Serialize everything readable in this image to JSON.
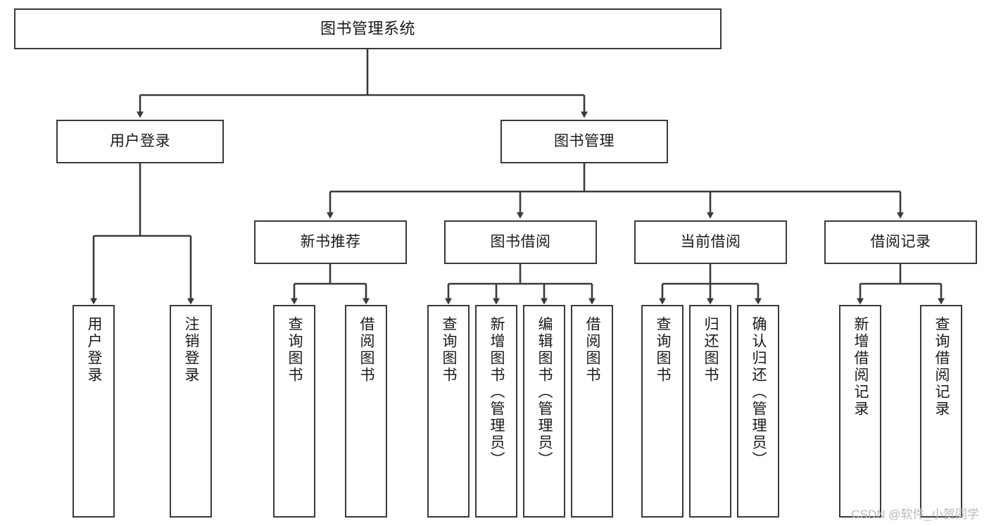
{
  "diagram": {
    "type": "tree-hierarchy-chart",
    "title": "图书管理系统",
    "colors": {
      "box_border": "#3a3a3a",
      "box_fill": "#ffffff",
      "connector": "#3a3a3a",
      "text": "#1a1a1a",
      "watermark": "#b9b9b9",
      "background": "#ffffff"
    },
    "root": {
      "id": "root",
      "label": "图书管理系统"
    },
    "level2": [
      {
        "id": "user-login",
        "label": "用户登录"
      },
      {
        "id": "book-management",
        "label": "图书管理"
      }
    ],
    "level3": [
      {
        "id": "new-book-recommend",
        "label": "新书推荐",
        "parent": "book-management"
      },
      {
        "id": "book-borrow",
        "label": "图书借阅",
        "parent": "book-management"
      },
      {
        "id": "current-borrow",
        "label": "当前借阅",
        "parent": "book-management"
      },
      {
        "id": "borrow-record",
        "label": "借阅记录",
        "parent": "book-management"
      }
    ],
    "leaves": [
      {
        "id": "leaf-user-login",
        "label": "用户登录",
        "parent": "user-login"
      },
      {
        "id": "leaf-logout-login",
        "label": "注销登录",
        "parent": "user-login"
      },
      {
        "id": "leaf-query-book-1",
        "label": "查询图书",
        "parent": "new-book-recommend"
      },
      {
        "id": "leaf-borrow-book-1",
        "label": "借阅图书",
        "parent": "new-book-recommend"
      },
      {
        "id": "leaf-query-book-2",
        "label": "查询图书",
        "parent": "book-borrow"
      },
      {
        "id": "leaf-add-book",
        "label": "新增图书（管理员）",
        "parent": "book-borrow"
      },
      {
        "id": "leaf-edit-book",
        "label": "编辑图书（管理员）",
        "parent": "book-borrow"
      },
      {
        "id": "leaf-borrow-book-2",
        "label": "借阅图书",
        "parent": "book-borrow"
      },
      {
        "id": "leaf-query-book-3",
        "label": "查询图书",
        "parent": "current-borrow"
      },
      {
        "id": "leaf-return-book",
        "label": "归还图书",
        "parent": "current-borrow"
      },
      {
        "id": "leaf-confirm-return",
        "label": "确认归还（管理员）",
        "parent": "current-borrow"
      },
      {
        "id": "leaf-add-record",
        "label": "新增借阅记录",
        "parent": "borrow-record"
      },
      {
        "id": "leaf-query-record",
        "label": "查询借阅记录",
        "parent": "borrow-record"
      }
    ]
  },
  "watermark": {
    "text": "CSDN @软件_小贺同学"
  }
}
